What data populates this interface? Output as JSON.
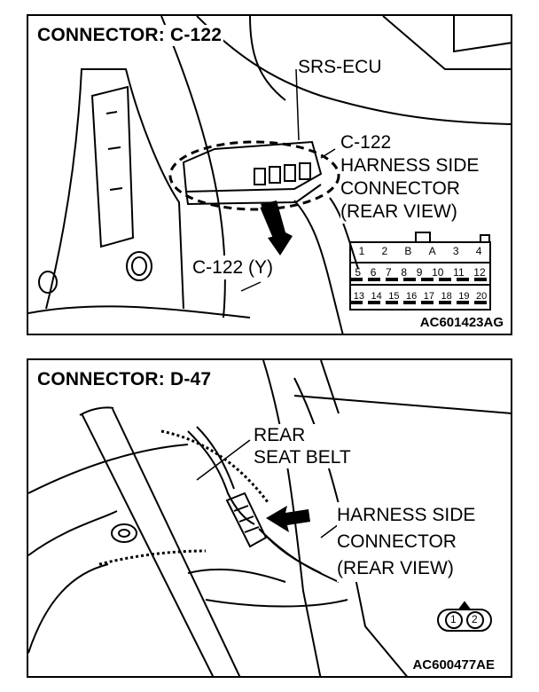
{
  "panel_top": {
    "title": "CONNECTOR: C-122",
    "srs_ecu_label": "SRS-ECU",
    "harness_label_lines": [
      "C-122",
      "HARNESS SIDE",
      "CONNECTOR",
      "(REAR VIEW)"
    ],
    "connector_color_label": "C-122 (Y)",
    "pin_row_top": [
      "1",
      "2",
      "B",
      "A",
      "3",
      "4"
    ],
    "pin_row_middle": [
      "5",
      "6",
      "7",
      "8",
      "9",
      "10",
      "11",
      "12"
    ],
    "pin_row_bottom": [
      "13",
      "14",
      "15",
      "16",
      "17",
      "18",
      "19",
      "20"
    ],
    "figure_code": "AC601423AG"
  },
  "panel_bottom": {
    "title": "CONNECTOR: D-47",
    "seat_belt_label_lines": [
      "REAR",
      "SEAT BELT"
    ],
    "harness_label_lines": [
      "HARNESS SIDE",
      "CONNECTOR",
      "(REAR VIEW)"
    ],
    "pins": [
      "1",
      "2"
    ],
    "figure_code": "AC600477AE"
  }
}
